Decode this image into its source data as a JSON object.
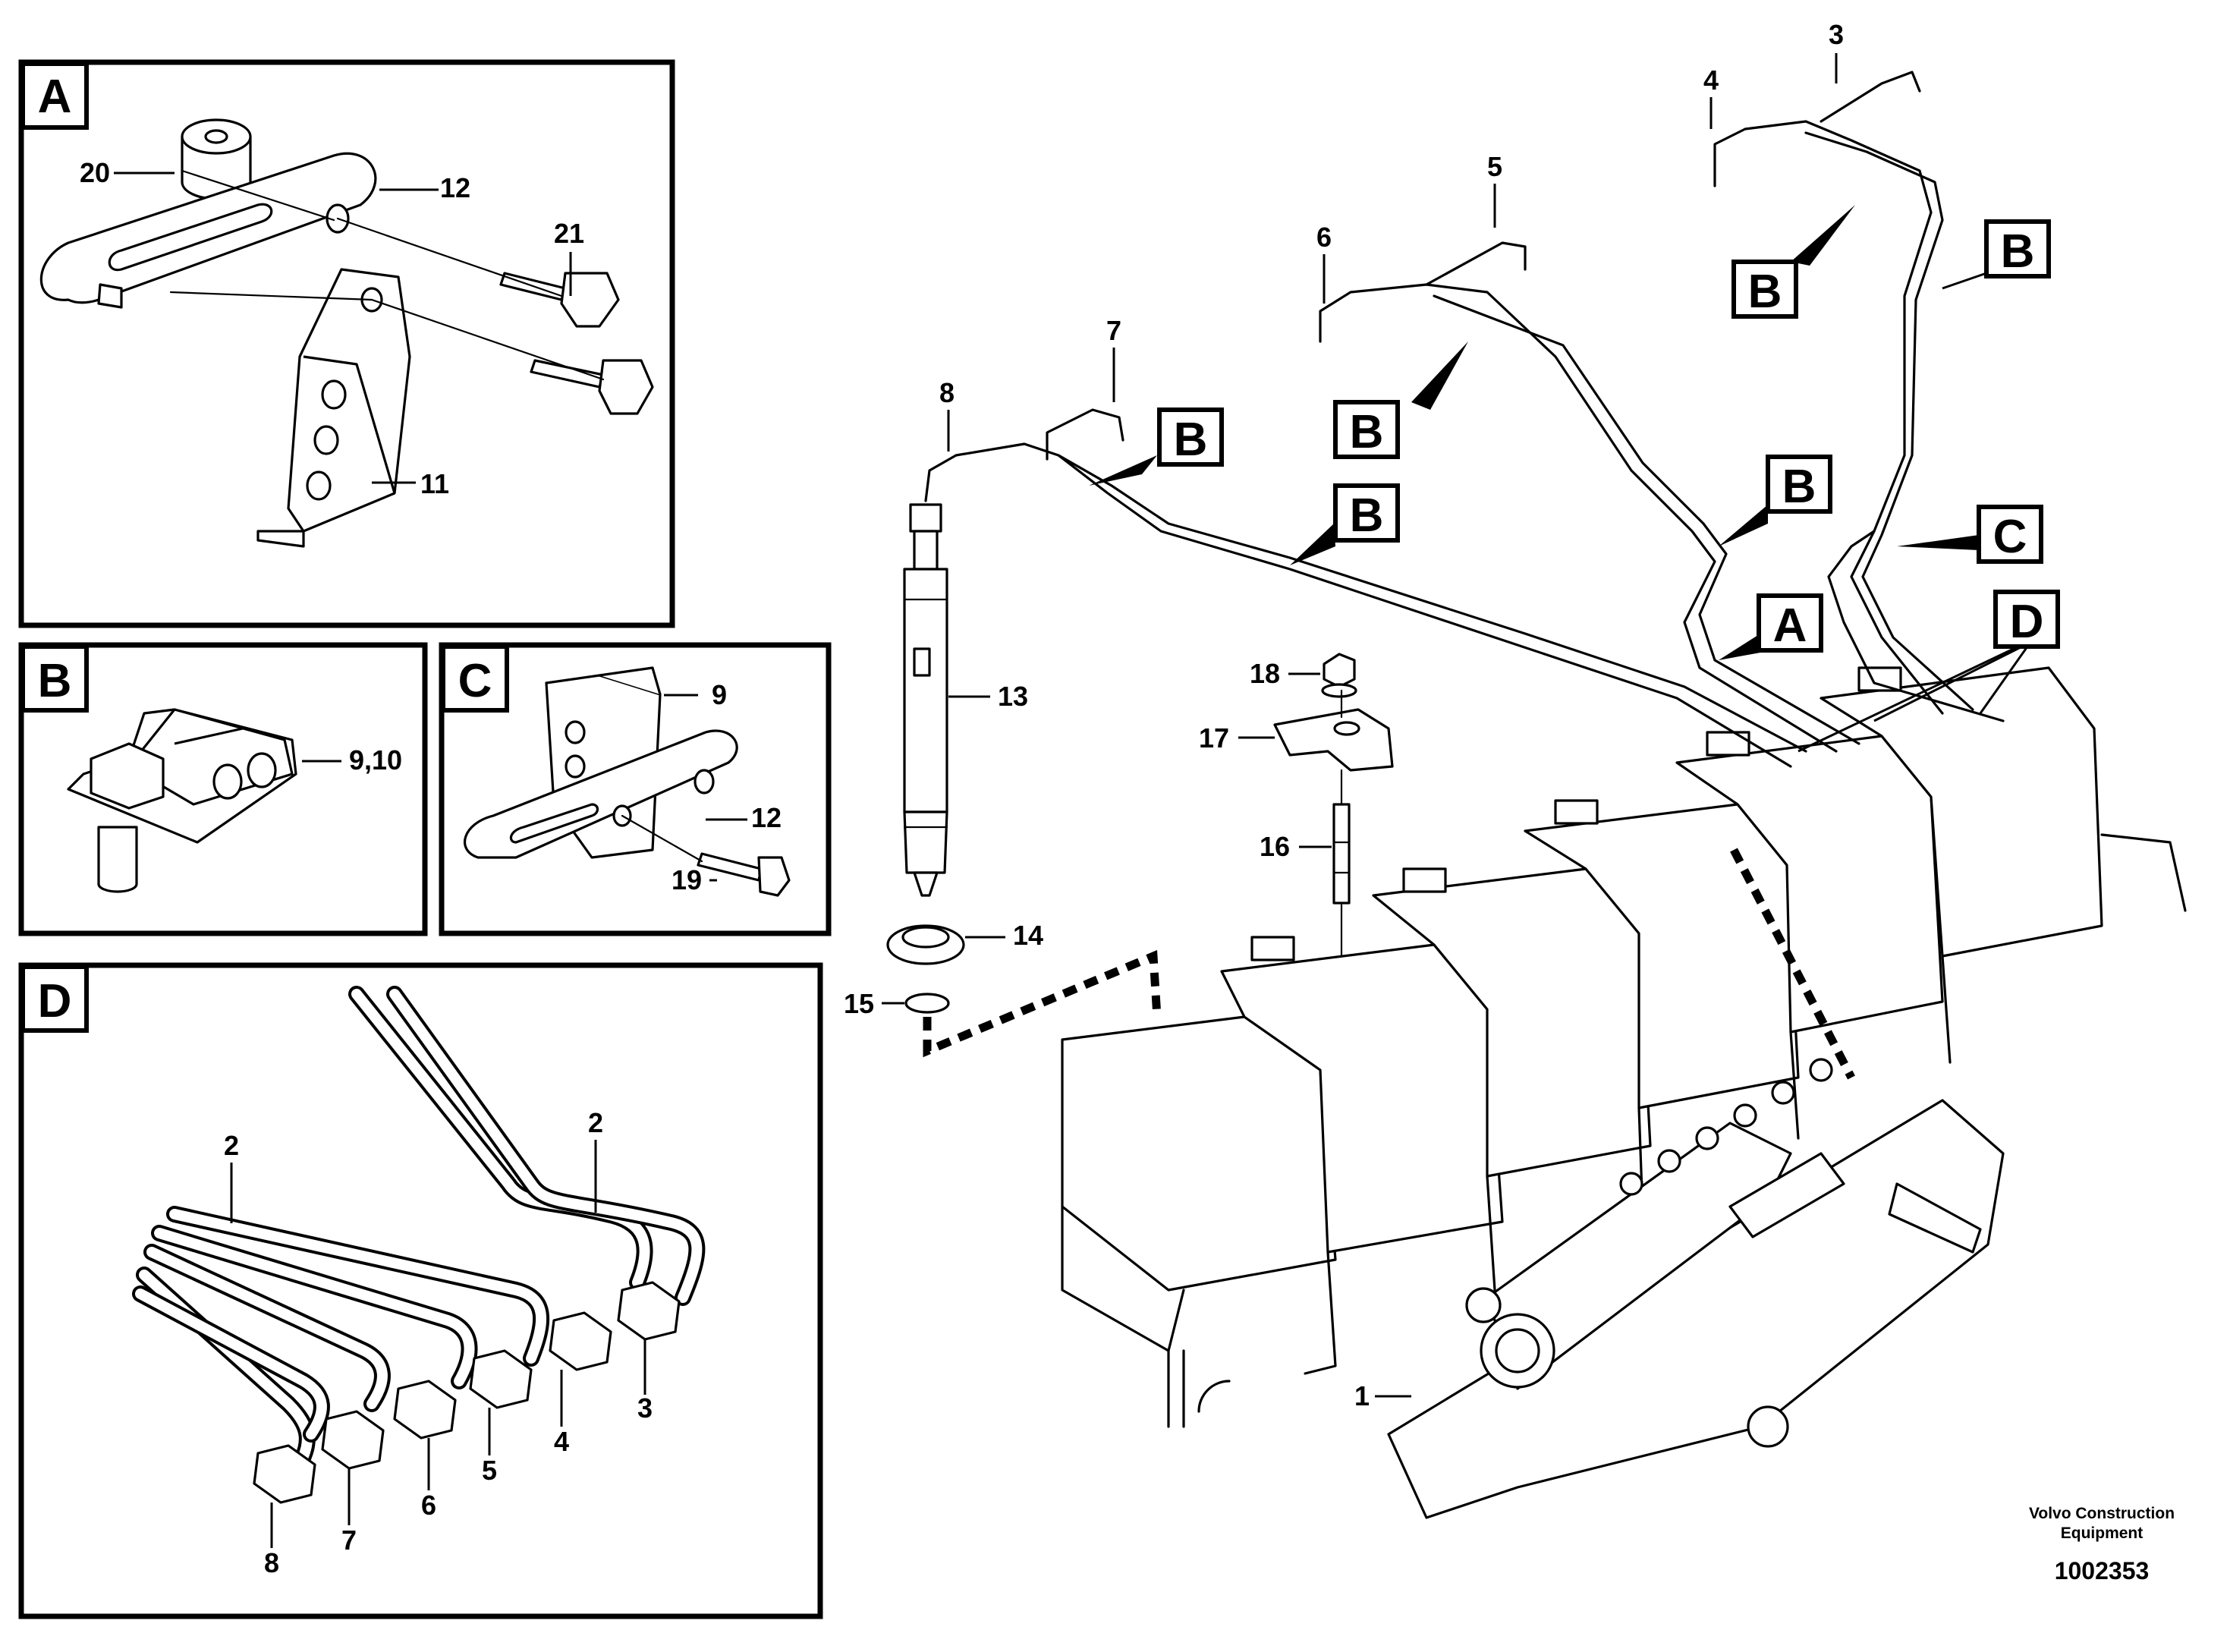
{
  "detail_views": {
    "A": {
      "letter": "A",
      "labels": {
        "p20": "20",
        "p12": "12",
        "p21": "21",
        "p11": "11"
      }
    },
    "B": {
      "letter": "B",
      "labels": {
        "p910": "9,10"
      }
    },
    "C": {
      "letter": "C",
      "labels": {
        "p9": "9",
        "p12": "12",
        "p19": "19"
      }
    },
    "D": {
      "letter": "D",
      "labels": {
        "p2a": "2",
        "p2b": "2",
        "p3": "3",
        "p4": "4",
        "p5": "5",
        "p6": "6",
        "p7": "7",
        "p8": "8"
      }
    }
  },
  "main_view": {
    "part_labels": {
      "p1": "1",
      "p3": "3",
      "p4": "4",
      "p5": "5",
      "p6": "6",
      "p7": "7",
      "p8": "8",
      "p13": "13",
      "p14": "14",
      "p15": "15",
      "p16": "16",
      "p17": "17",
      "p18": "18"
    },
    "callouts": {
      "b1": "B",
      "b2": "B",
      "b3": "B",
      "b4": "B",
      "b5": "B",
      "b6": "B",
      "a1": "A",
      "c1": "C",
      "d1": "D"
    }
  },
  "footer": {
    "brand_line1": "Volvo Construction",
    "brand_line2": "Equipment",
    "doc_number": "1002353"
  }
}
